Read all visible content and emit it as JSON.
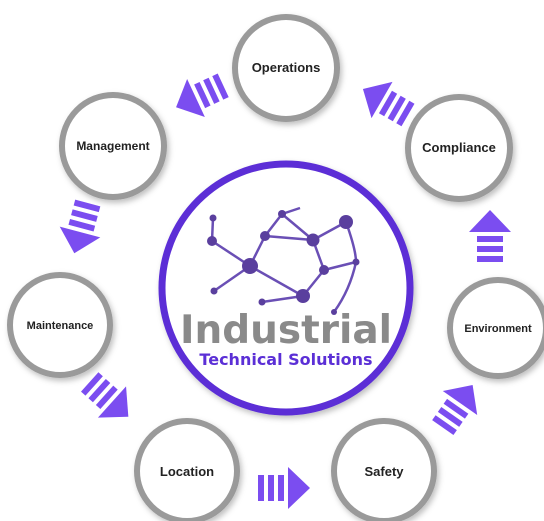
{
  "center": {
    "title": "Industrial",
    "subtitle": "Technical Solutions",
    "ring_color": "#5b2fd6",
    "title_color": "#8a8a8a",
    "subtitle_color": "#5b2fd6",
    "network_color": "#6a4fb5"
  },
  "nodes": {
    "operations": "Operations",
    "compliance": "Compliance",
    "environment": "Environment",
    "safety": "Safety",
    "location": "Location",
    "maintenance": "Maintenance",
    "management": "Management"
  },
  "colors": {
    "node_ring": "#9a9a9a",
    "arrow": "#7b4df0"
  }
}
